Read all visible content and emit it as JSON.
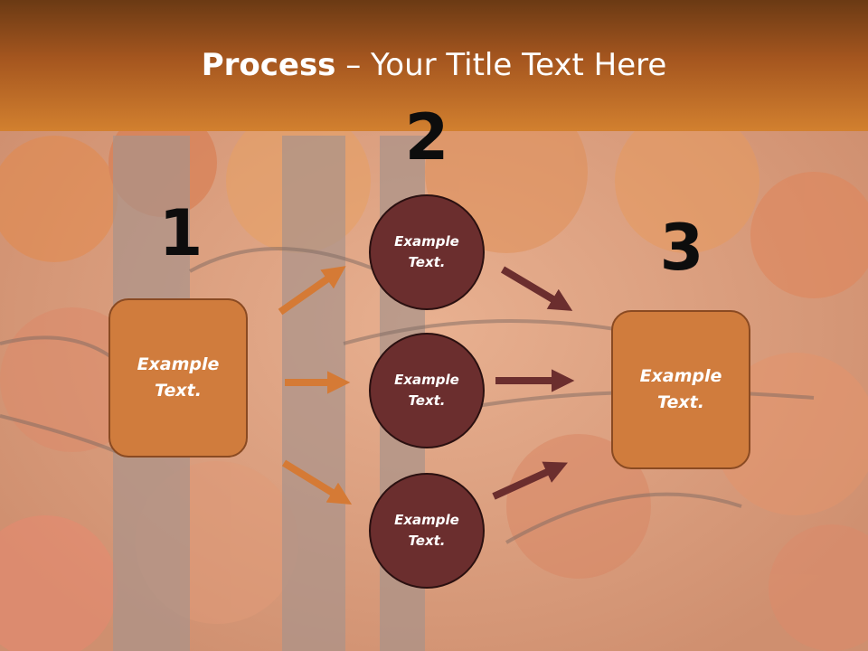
{
  "title": {
    "bold": "Process",
    "rest": " – Your Title Text Here"
  },
  "numbers": [
    "1",
    "2",
    "3"
  ],
  "boxes": [
    {
      "line1": "Example",
      "line2": "Text."
    },
    {
      "line1": "Example",
      "line2": "Text."
    }
  ],
  "circles": [
    {
      "line1": "Example",
      "line2": "Text."
    },
    {
      "line1": "Example",
      "line2": "Text."
    },
    {
      "line1": "Example",
      "line2": "Text."
    }
  ],
  "colors": {
    "header_top": "#6b3a14",
    "header_bottom": "#d2802f",
    "box_fill": "#d07c3d",
    "circle_fill": "#6b2e2e",
    "arrow_orange": "#d57a35",
    "arrow_maroon": "#6b2e2e"
  }
}
